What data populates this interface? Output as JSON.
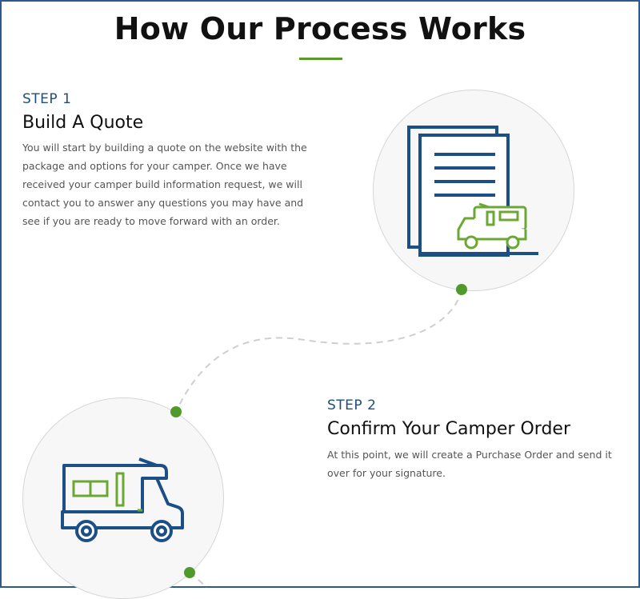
{
  "page": {
    "title": "How Our Process Works"
  },
  "steps": [
    {
      "label": "STEP 1",
      "title": "Build A Quote",
      "description": "You will start by building a quote on the website with the package and options for your camper. Once we have received your camper build information request, we will contact you to answer any questions you may have and see if you are ready to move forward with an order.",
      "icon": "quote-documents-with-camper-icon"
    },
    {
      "label": "STEP 2",
      "title": "Confirm Your Camper Order",
      "description": "At this point, we will create a Purchase Order and send it over for your signature.",
      "icon": "camper-truck-icon"
    }
  ],
  "colors": {
    "accent_green": "#4f9a2b",
    "brand_blue": "#1f4e7a",
    "icon_blue": "#1c4f86",
    "icon_green": "#6aa833"
  }
}
